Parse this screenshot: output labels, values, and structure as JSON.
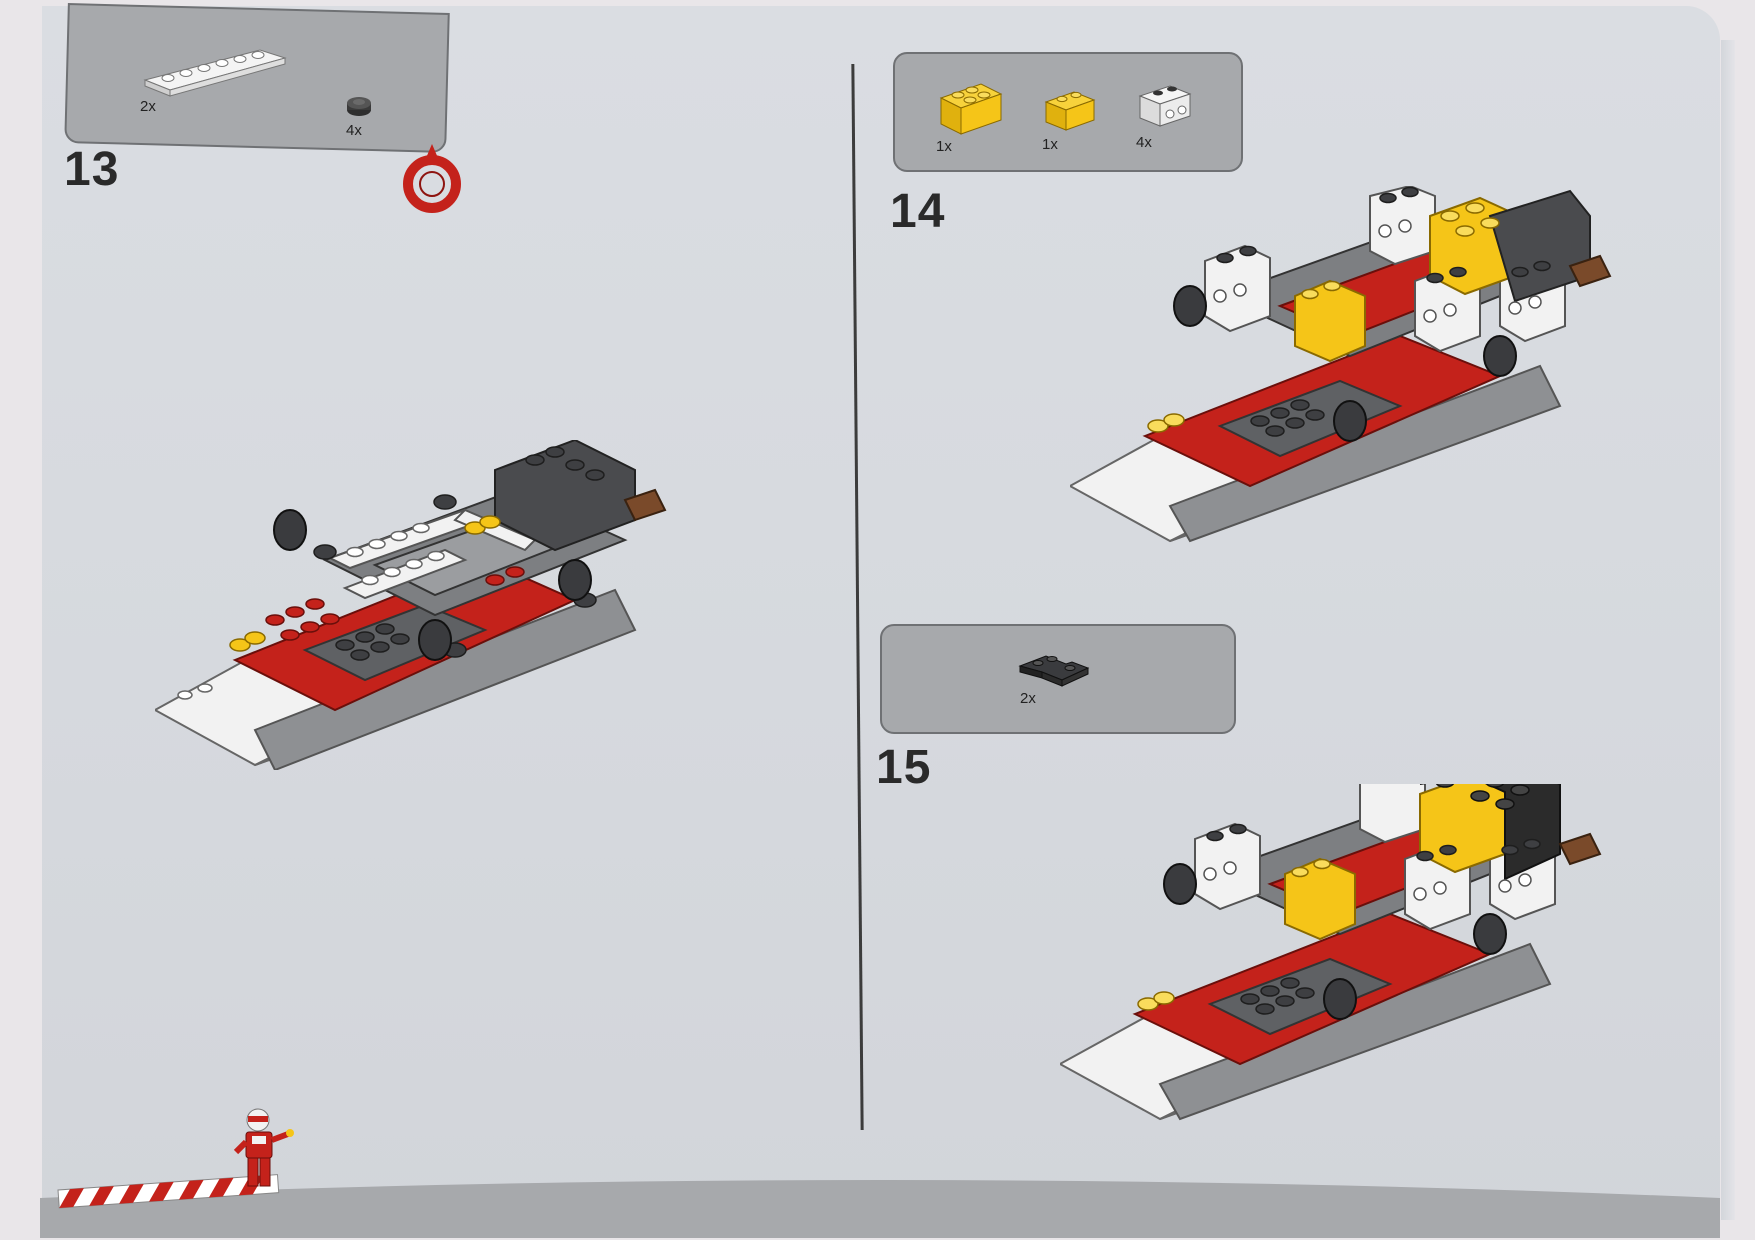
{
  "steps": [
    {
      "number": "13",
      "parts": [
        {
          "icon": "white-plate-1x6-icon",
          "qty": "2x"
        },
        {
          "icon": "dark-round-stud-icon",
          "qty": "4x"
        }
      ]
    },
    {
      "number": "14",
      "parts": [
        {
          "icon": "yellow-brick-2x3-icon",
          "qty": "1x"
        },
        {
          "icon": "yellow-brick-2x2-icon",
          "qty": "1x"
        },
        {
          "icon": "white-technic-brick-icon",
          "qty": "4x"
        }
      ]
    },
    {
      "number": "15",
      "parts": [
        {
          "icon": "black-corner-plate-icon",
          "qty": "2x"
        }
      ]
    }
  ],
  "colors": {
    "page": "#d8dbe0",
    "callout": "#a7a9ac",
    "lego_red": "#c4221b",
    "lego_yellow": "#f5c518",
    "lego_dark_gray": "#5f6164",
    "lego_black": "#2b2b2b",
    "lego_white": "#f2f2f2"
  }
}
